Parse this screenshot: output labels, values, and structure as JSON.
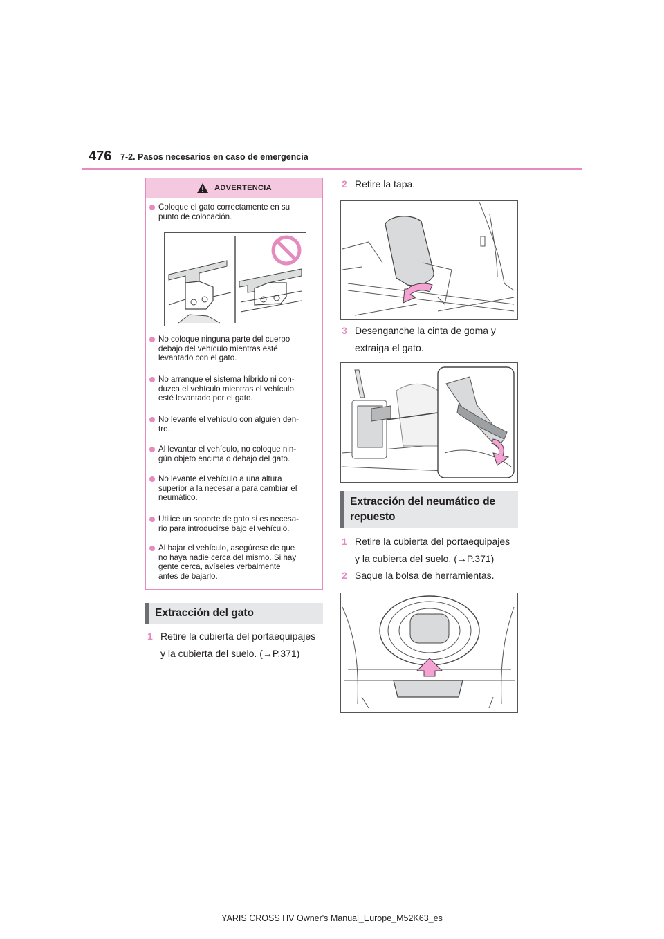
{
  "header": {
    "page_number": "476",
    "section": "7-2. Pasos necesarios en caso de emergencia"
  },
  "warning": {
    "title": "ADVERTENCIA",
    "items": [
      "Coloque el gato correctamente en su punto de colocación.",
      "No coloque ninguna parte del cuerpo debajo del vehículo mientras esté levantado con el gato.",
      "No arranque el sistema híbrido ni con-duzca el vehículo mientras el vehículo esté levantado por el gato.",
      "No levante el vehículo con alguien den-tro.",
      "Al levantar el vehículo, no coloque nin-gún objeto encima o debajo del gato.",
      "No levante el vehículo a una altura superior a la necesaria para cambiar el neumático.",
      "Utilice un soporte de gato si es necesa-rio para introducirse bajo el vehículo.",
      "Al bajar el vehículo, asegúrese de que no haya nadie cerca del mismo. Si hay gente cerca, avíseles verbalmente antes de bajarlo."
    ],
    "lines": [
      [
        "Coloque el gato correctamente en su",
        "punto de colocación."
      ],
      [
        "No coloque ninguna parte del cuerpo",
        "debajo del vehículo mientras esté",
        "levantado con el gato."
      ],
      [
        "No arranque el sistema híbrido ni con-",
        "duzca el vehículo mientras el vehículo",
        "esté levantado por el gato."
      ],
      [
        "No levante el vehículo con alguien den-",
        "tro."
      ],
      [
        "Al levantar el vehículo, no coloque nin-",
        "gún objeto encima o debajo del gato."
      ],
      [
        "No levante el vehículo a una altura",
        "superior a la necesaria para cambiar el",
        "neumático."
      ],
      [
        "Utilice un soporte de gato si es necesa-",
        "rio para introducirse bajo el vehículo."
      ],
      [
        "Al bajar el vehículo, asegúrese de que",
        "no haya nadie cerca del mismo. Si hay",
        "gente cerca, avíseles verbalmente",
        "antes de bajarlo."
      ]
    ]
  },
  "jack_section": {
    "heading": "Extracción del gato",
    "steps": [
      {
        "num": "1",
        "line1": "Retire la cubierta del portaequipajes",
        "line2": "y la cubierta del suelo. (→P.371)"
      },
      {
        "num": "2",
        "line1": "Retire la tapa."
      },
      {
        "num": "3",
        "line1": "Desenganche la cinta de goma y",
        "line2": "extraiga el gato."
      }
    ]
  },
  "spare_section": {
    "heading_line1": "Extracción del neumático de",
    "heading_line2": "repuesto",
    "steps": [
      {
        "num": "1",
        "line1": "Retire la cubierta del portaequipajes",
        "line2": "y la cubierta del suelo. (→P.371)"
      },
      {
        "num": "2",
        "line1": "Saque la bolsa de herramientas."
      }
    ]
  },
  "footer": "YARIS CROSS HV Owner's Manual_Europe_M52K63_es",
  "colors": {
    "accent": "#e58bc0",
    "accent_light": "#f4c9df",
    "heading_bg": "#e6e7e8",
    "heading_bar": "#6d6e71"
  }
}
